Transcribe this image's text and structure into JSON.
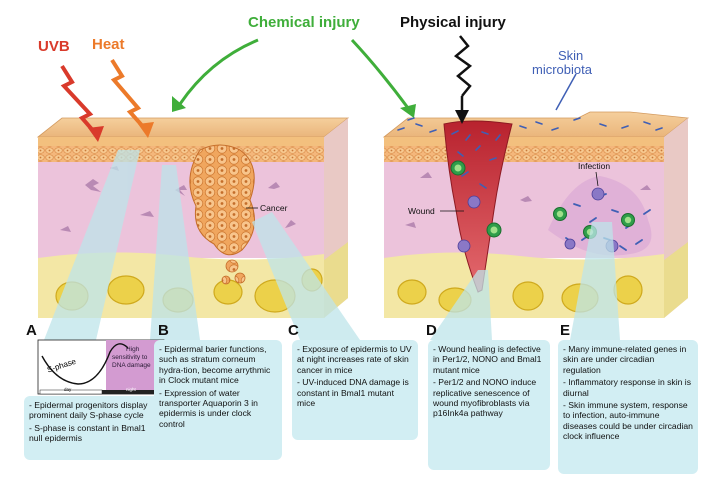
{
  "labels": {
    "uvb": "UVB",
    "heat": "Heat",
    "chemical": "Chemical injury",
    "physical": "Physical injury",
    "microbiota_1": "Skin",
    "microbiota_2": "microbiota",
    "cancer": "Cancer",
    "wound": "Wound",
    "infection": "Infection"
  },
  "colors": {
    "uvb": "#d93a2b",
    "heat": "#ec7a2a",
    "chemical": "#3fae3a",
    "physical": "#111111",
    "microbiota": "#3f5fb5"
  },
  "inset": {
    "s_phase": "S-phase",
    "high_1": "High",
    "high_2": "sensitivity to",
    "high_3": "DNA damage",
    "day": "day",
    "night": "night"
  },
  "panels": [
    {
      "letter": "A",
      "items": [
        "- Epidermal progenitors display prominent daily S-phase cycle",
        "- S-phase is constant in Bmal1 null epidermis"
      ]
    },
    {
      "letter": "B",
      "items": [
        "- Epidermal barier functions, such as stratum corneum hydra-tion, become arrythmic in Clock mutant mice",
        "- Expression of water transporter Aquaporin 3 in epidermis is under clock control"
      ]
    },
    {
      "letter": "C",
      "items": [
        "- Exposure of epidermis to UV at night increases rate of skin cancer in mice",
        "- UV-induced DNA damage is constant in Bmal1 mutant mice"
      ]
    },
    {
      "letter": "D",
      "items": [
        "- Wound healing is defective in Per1/2, NONO and Bmal1 mutant mice",
        "- Per1/2 and NONO induce replicative senescence of wound myofibroblasts via p16Ink4a pathway"
      ]
    },
    {
      "letter": "E",
      "items": [
        "- Many immune-related genes in skin are under circadian regulation",
        "- Inflammatory response in skin is diurnal",
        "- Skin immune system, response to infection, auto-immune diseases could be under circadian clock influence"
      ]
    }
  ]
}
